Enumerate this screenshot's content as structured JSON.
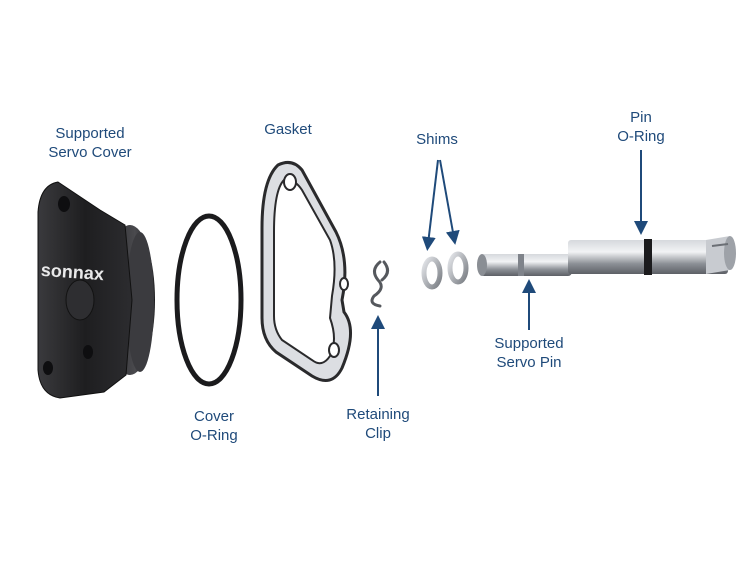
{
  "labels": {
    "servo_cover": [
      "Supported",
      "Servo Cover"
    ],
    "gasket": [
      "Gasket"
    ],
    "shims": [
      "Shims"
    ],
    "pin_oring": [
      "Pin",
      "O-Ring"
    ],
    "cover_oring": [
      "Cover",
      "O-Ring"
    ],
    "retaining_clip": [
      "Retaining",
      "Clip"
    ],
    "servo_pin": [
      "Supported",
      "Servo Pin"
    ]
  },
  "logo_text": "sonnax",
  "colors": {
    "label": "#1f4a7a",
    "arrow": "#1f4a7a",
    "part_dark": "#2a2a2c",
    "metal": "#a9adb3"
  }
}
